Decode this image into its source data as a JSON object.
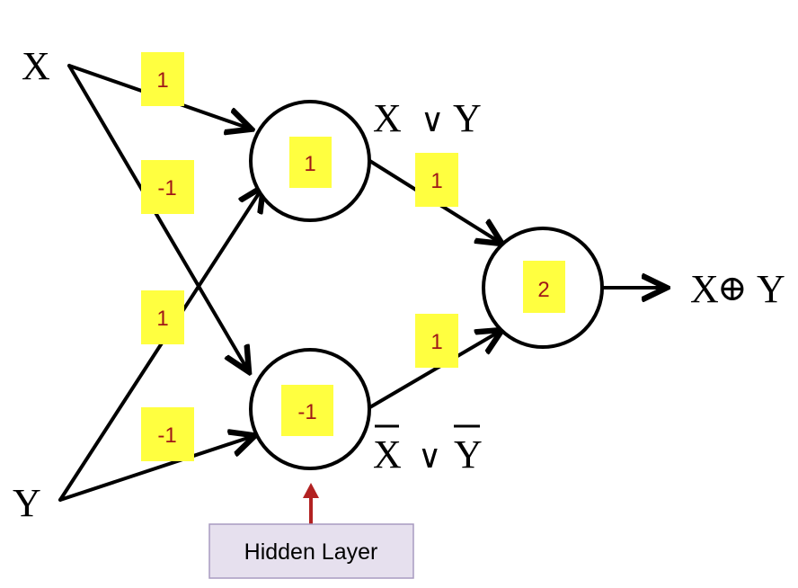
{
  "inputs": {
    "x": "X",
    "y": "Y"
  },
  "weights": {
    "x_to_top": "1",
    "x_to_bottom": "-1",
    "y_to_top": "1",
    "y_to_bottom": "-1",
    "top_to_out": "1",
    "bottom_to_out": "1"
  },
  "nodes": {
    "top_threshold": "1",
    "bottom_threshold": "-1",
    "output_threshold": "2"
  },
  "labels": {
    "top_var1": "X",
    "top_op": "∨",
    "top_var2": "Y",
    "bottom_var1": "X",
    "bottom_op": "∨",
    "bottom_var2": "Y",
    "output_var1": "X",
    "output_op": "⊕",
    "output_var2": "Y"
  },
  "callout": {
    "text": "Hidden Layer"
  },
  "colors": {
    "highlight": "#ffff40",
    "weight_text": "#a01818",
    "callout_arrow": "#b22222",
    "callout_fill": "#e6e0ee",
    "callout_border": "#a89bc0"
  }
}
